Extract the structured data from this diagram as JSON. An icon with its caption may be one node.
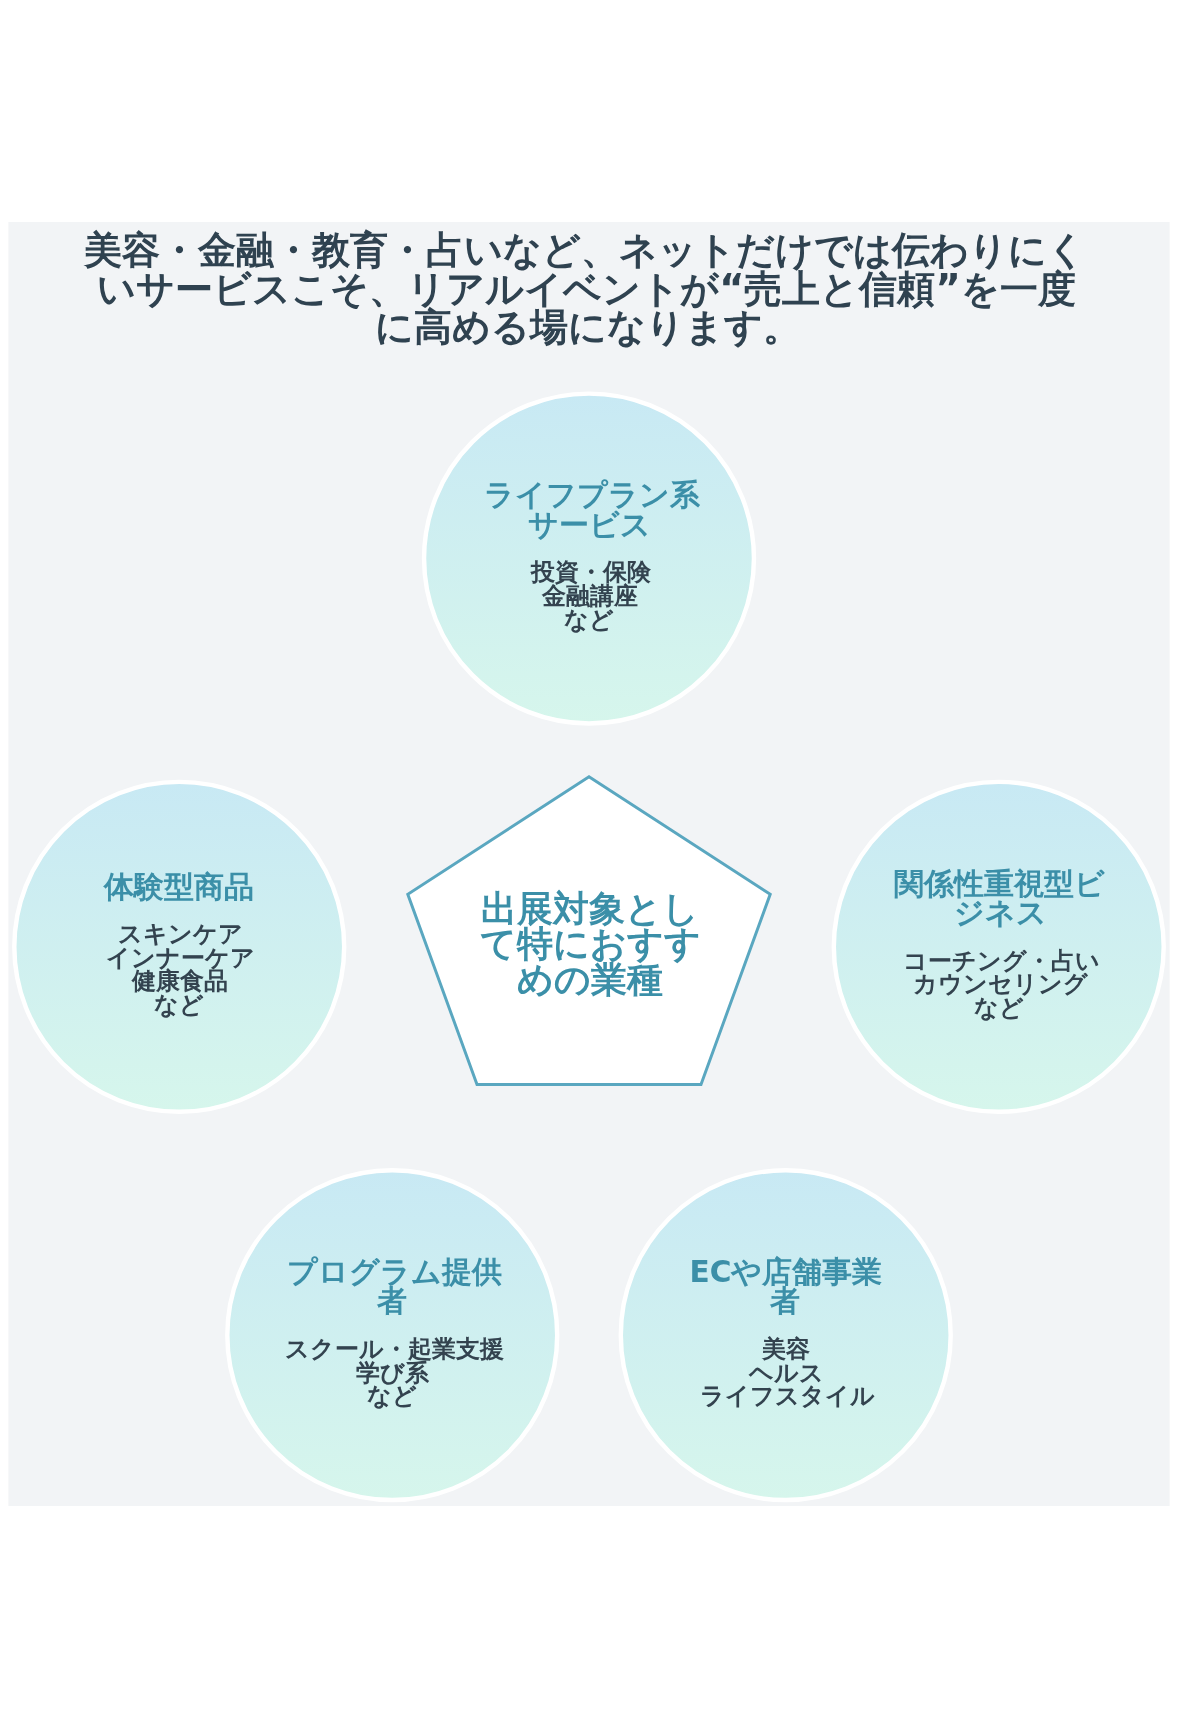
{
  "diagram": {
    "title": "美容・金融・教育・占いなど、ネットだけでは伝わりにくいサービスこそ、リアルイベントが“売上と信頼”を一度に高める場になります。",
    "nodes": [
      {
        "text": [
          "ライフプラン系サービス",
          "投資・保険",
          "金融講座",
          "など"
        ]
      },
      {
        "text": [
          "体験型商品",
          "スキンケア",
          "インナーケア",
          "健康食品",
          "など"
        ]
      },
      {
        "text": [
          "出展対象として特におすすめの業種"
        ]
      },
      {
        "text": [
          "関係性重視型ビジネス",
          "コーチング・占い",
          "カウンセリング",
          "など"
        ]
      },
      {
        "text": [
          "プログラム提供者",
          "スクール・起業支援",
          "学び系",
          "など"
        ]
      },
      {
        "text": [
          "ECや店舗事業者",
          "美容",
          "ヘルス",
          "ライフスタイル"
        ]
      }
    ],
    "edges": []
  }
}
